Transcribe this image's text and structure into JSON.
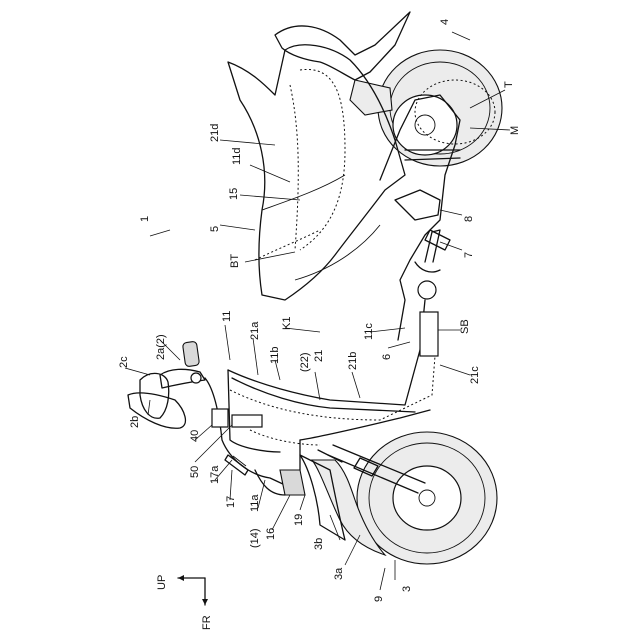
{
  "figure": {
    "reference_numerals": {
      "n1": "1",
      "n2a": "2a(2)",
      "n2b": "2b",
      "n2c": "2c",
      "n3": "3",
      "n3a": "3a",
      "n3b": "3b",
      "n4": "4",
      "n5": "5",
      "n6": "6",
      "n7": "7",
      "n8": "8",
      "n9": "9",
      "n11": "11",
      "n11a": "11a",
      "n11b": "11b",
      "n11c": "11c",
      "n11d": "11d",
      "n14_16": "(14)",
      "n16": "16",
      "n15": "15",
      "n17": "17",
      "n17a": "17a",
      "n19": "19",
      "n21": "21",
      "n21_22": "(22)",
      "n21a": "21a",
      "n21b": "21b",
      "n21c": "21c",
      "n21d": "21d",
      "n40": "40",
      "n50": "50",
      "nBT": "BT",
      "nK1": "K1",
      "nM": "M",
      "nSB": "SB",
      "nT": "T"
    },
    "direction_arrows": {
      "up": "UP",
      "fr": "FR"
    }
  }
}
